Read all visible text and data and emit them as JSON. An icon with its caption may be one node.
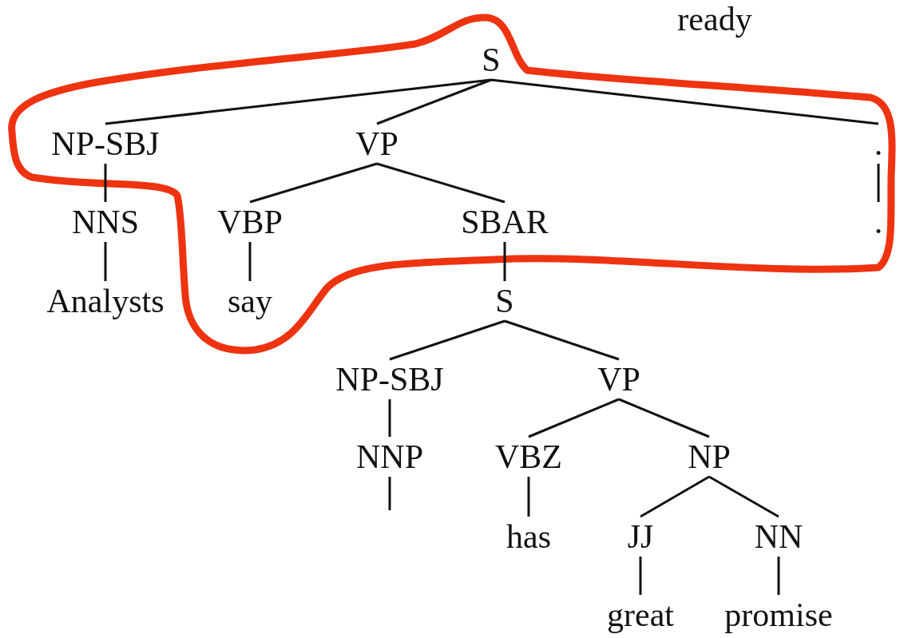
{
  "diagram": {
    "nodes": [
      {
        "text": [
          "S"
        ]
      },
      {
        "text": [
          "NP-SBJ"
        ]
      },
      {
        "text": [
          "VP"
        ]
      },
      {
        "text": [
          "."
        ]
      },
      {
        "text": [
          "NNS"
        ]
      },
      {
        "text": [
          "VBP"
        ]
      },
      {
        "text": [
          "SBAR"
        ]
      },
      {
        "text": [
          "."
        ]
      },
      {
        "text": [
          "Analysts"
        ]
      },
      {
        "text": [
          "say"
        ]
      },
      {
        "text": [
          "S"
        ]
      },
      {
        "text": [
          "NP-SBJ"
        ]
      },
      {
        "text": [
          "VP"
        ]
      },
      {
        "text": [
          "NNP"
        ]
      },
      {
        "text": [
          "VBZ"
        ]
      },
      {
        "text": [
          "NP"
        ]
      },
      {
        "text": [
          "has"
        ]
      },
      {
        "text": [
          "JJ"
        ]
      },
      {
        "text": [
          "NN"
        ]
      },
      {
        "text": [
          "great"
        ]
      },
      {
        "text": [
          "promise"
        ]
      }
    ],
    "edges": [
      {
        "from": 0,
        "to": 1,
        "arrow": "none"
      },
      {
        "from": 0,
        "to": 2,
        "arrow": "none"
      },
      {
        "from": 0,
        "to": 3,
        "arrow": "none"
      },
      {
        "from": 1,
        "to": 4,
        "arrow": "none"
      },
      {
        "from": 2,
        "to": 5,
        "arrow": "none"
      },
      {
        "from": 2,
        "to": 6,
        "arrow": "none"
      },
      {
        "from": 3,
        "to": 7,
        "arrow": "none"
      },
      {
        "from": 4,
        "to": 8,
        "arrow": "none"
      },
      {
        "from": 5,
        "to": 9,
        "arrow": "none"
      },
      {
        "from": 6,
        "to": 10,
        "arrow": "none"
      },
      {
        "from": 10,
        "to": 11,
        "arrow": "none"
      },
      {
        "from": 10,
        "to": 12,
        "arrow": "none"
      },
      {
        "from": 11,
        "to": 13,
        "arrow": "none"
      },
      {
        "from": 12,
        "to": 14,
        "arrow": "none"
      },
      {
        "from": 12,
        "to": 15,
        "arrow": "none"
      },
      {
        "from": 13,
        "to": null,
        "arrow": "none"
      },
      {
        "from": 14,
        "to": 16,
        "arrow": "none"
      },
      {
        "from": 15,
        "to": 17,
        "arrow": "none"
      },
      {
        "from": 15,
        "to": 18,
        "arrow": "none"
      },
      {
        "from": 17,
        "to": 19,
        "arrow": "none"
      },
      {
        "from": 18,
        "to": 20,
        "arrow": "none"
      }
    ],
    "labels": [
      "ready"
    ]
  }
}
